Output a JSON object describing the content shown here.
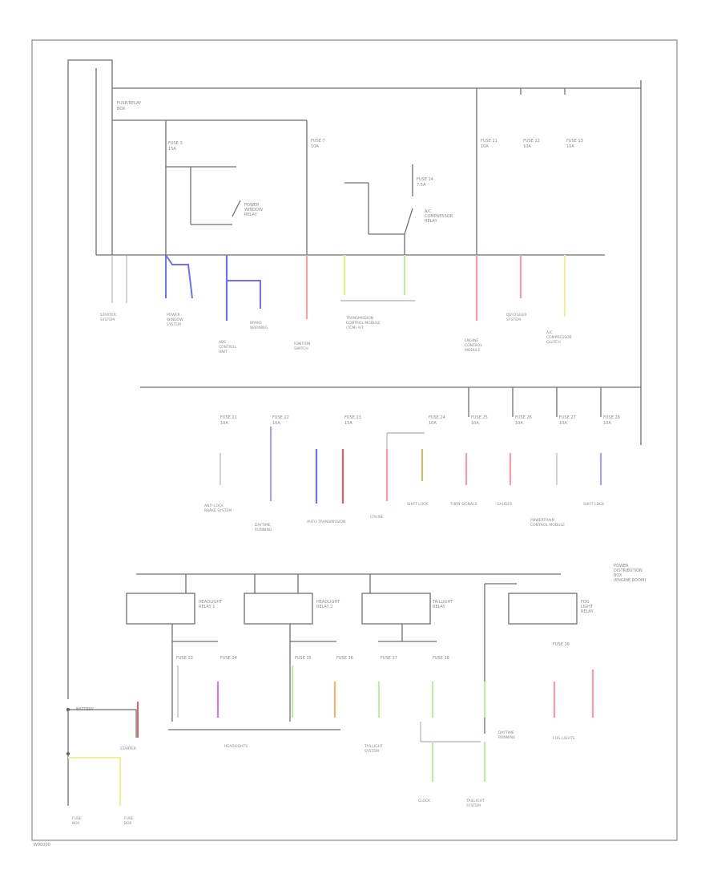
{
  "diagram": {
    "footer_code": "W00000",
    "wire_colors": {
      "red": "#ff9aa6",
      "blue": "#6f6fff",
      "green": "#b8f0a0",
      "yellow": "#f0f0a0",
      "olive": "#c8c070",
      "violet": "#d27ad8",
      "orange": "#ffb070",
      "purple_blue": "#a0a0ff",
      "dark_red": "#e06060"
    },
    "note_box": [
      "POWER",
      "DISTRIBUTION",
      "BOX",
      "(ENGINE ROOM)"
    ]
  }
}
